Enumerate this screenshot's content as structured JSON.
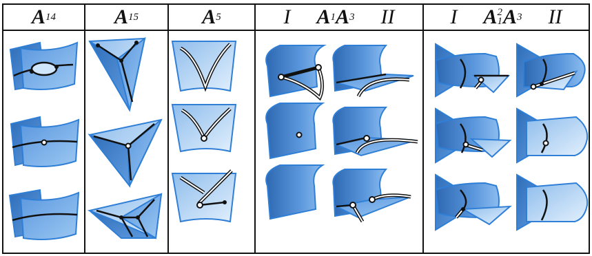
{
  "headers": [
    {
      "id": "A14",
      "base": "A",
      "sub": "1",
      "sup": "4"
    },
    {
      "id": "A15",
      "base": "A",
      "sub": "1",
      "sup": "5"
    },
    {
      "id": "A5",
      "base": "A",
      "sub": "5",
      "sup": ""
    },
    {
      "id": "A1A3",
      "left": "I",
      "mid1": "A",
      "sub1": "1",
      "mid2": "A",
      "sub2": "3",
      "right": "II"
    },
    {
      "id": "A12A3",
      "left": "I",
      "mid1": "A",
      "sub1": "1",
      "sup1": "2",
      "mid2": "A",
      "sub2": "3",
      "right": "II"
    }
  ],
  "colors": {
    "surface_dark": "#3f7fc8",
    "surface_mid": "#6aa5e6",
    "surface_light": "#cfe6fb",
    "edge": "#2f7fd6",
    "line": "#111111"
  }
}
